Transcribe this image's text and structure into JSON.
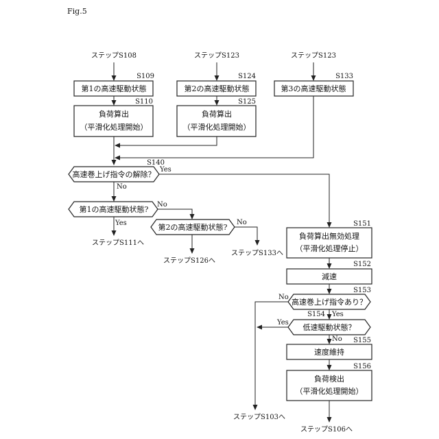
{
  "figure_label": "Fig.5",
  "entries": {
    "left": "ステップS108",
    "mid": "ステップS123",
    "right": "ステップS123"
  },
  "steps": {
    "s109": {
      "num": "S109",
      "text": "第1の高速駆動状態"
    },
    "s124": {
      "num": "S124",
      "text": "第2の高速駆動状態"
    },
    "s133": {
      "num": "S133",
      "text": "第3の高速駆動状態"
    },
    "s110": {
      "num": "S110",
      "line1": "負荷算出",
      "line2": "（平滑化処理開始）"
    },
    "s125": {
      "num": "S125",
      "line1": "負荷算出",
      "line2": "（平滑化処理開始）"
    },
    "s140": {
      "num": "S140",
      "text": "高速巻上げ指令の解除？",
      "yes": "Yes",
      "no": "No"
    },
    "d1": {
      "text": "第1の高速駆動状態?",
      "yes": "Yes",
      "no": "No"
    },
    "d2": {
      "text": "第2の高速駆動状態?",
      "no": "No"
    },
    "s151": {
      "num": "S151",
      "line1": "負荷算出無効処理",
      "line2": "（平滑化処理停止）"
    },
    "s152": {
      "num": "S152",
      "text": "減速"
    },
    "s153": {
      "num": "S153",
      "text": "高速巻上げ指令あり？",
      "no": "No",
      "yes": "Yes"
    },
    "s154": {
      "num": "S154",
      "text": "低速駆動状態？",
      "yes": "Yes",
      "no": "No"
    },
    "s155": {
      "num": "S155",
      "text": "速度維持"
    },
    "s156": {
      "num": "S156",
      "line1": "負荷検出",
      "line2": "（平滑化処理開始）"
    }
  },
  "exits": {
    "s111": "ステップS111へ",
    "s126": "ステップS126へ",
    "s133": "ステップS133へ",
    "s103": "ステップS103へ",
    "s106": "ステップS106へ"
  }
}
